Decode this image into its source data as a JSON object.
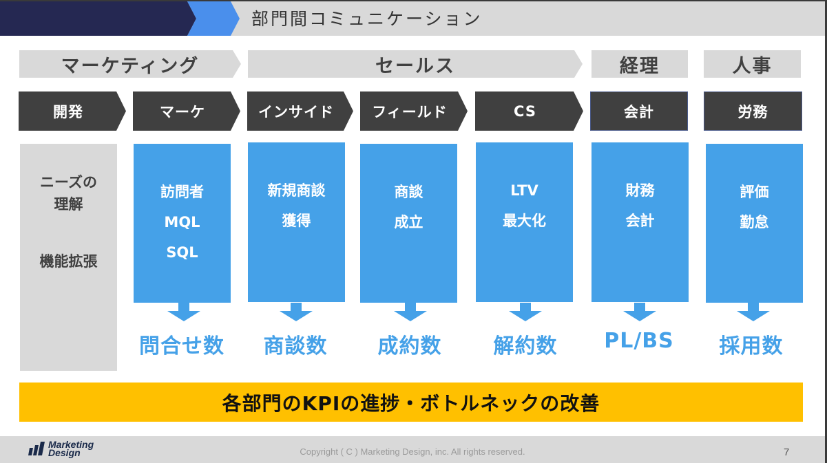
{
  "header": {
    "title": "部門間コミュニケーション",
    "colors": {
      "navy": "#252852",
      "accent": "#4a8fec",
      "bar": "#d9d9d9"
    }
  },
  "categories": [
    {
      "label": "マーケティング"
    },
    {
      "label": "セールス"
    },
    {
      "label": "経理"
    },
    {
      "label": "人事"
    }
  ],
  "departments": [
    {
      "label": "開発"
    },
    {
      "label": "マーケ"
    },
    {
      "label": "インサイド"
    },
    {
      "label": "フィールド"
    },
    {
      "label": "CS"
    },
    {
      "label": "会計"
    },
    {
      "label": "労務"
    }
  ],
  "needs": {
    "line1": "ニーズの",
    "line2": "理解",
    "line3": "機能拡張"
  },
  "activities": [
    {
      "lines": [
        "訪問者",
        "MQL",
        "SQL"
      ],
      "kpi": "問合せ数"
    },
    {
      "lines": [
        "新規商談",
        "獲得"
      ],
      "kpi": "商談数"
    },
    {
      "lines": [
        "商談",
        "成立"
      ],
      "kpi": "成約数"
    },
    {
      "lines": [
        "LTV",
        "最大化"
      ],
      "kpi": "解約数"
    },
    {
      "lines": [
        "財務",
        "会計"
      ],
      "kpi": "PL/BS"
    },
    {
      "lines": [
        "評価",
        "勤怠"
      ],
      "kpi": "採用数"
    }
  ],
  "banner": {
    "text": "各部門のKPIの進捗・ボトルネックの改善",
    "color": "#ffc000"
  },
  "footer": {
    "logo_line1": "Marketing",
    "logo_line2": "Design",
    "copyright": "Copyright ( C ) Marketing Design, inc. All rights reserved.",
    "page_number": "7"
  },
  "colors": {
    "block_blue": "#45a1e8",
    "dept_dark": "#404040",
    "category_grey": "#d9d9d9"
  }
}
